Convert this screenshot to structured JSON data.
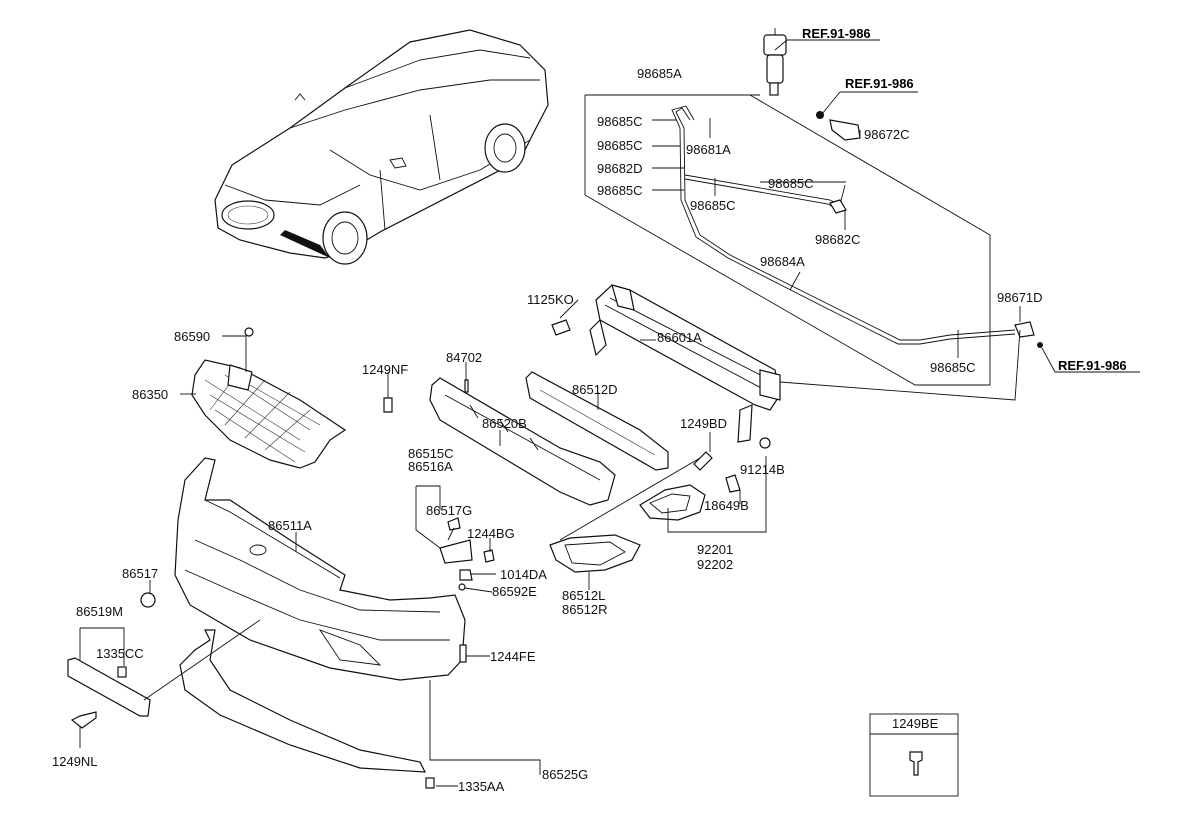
{
  "labels": {
    "ref_washer_top": "REF.91-986",
    "ref_nozzle": "REF.91-986",
    "ref_right": "REF.91-986",
    "p98685A": "98685A",
    "p98685C_1": "98685C",
    "p98681A": "98681A",
    "p98685C_2": "98685C",
    "p98682D": "98682D",
    "p98685C_3": "98685C",
    "p98685C_4": "98685C",
    "p98685C_5": "98685C",
    "p98682C": "98682C",
    "p98672C": "98672C",
    "p98684A": "98684A",
    "p98671D": "98671D",
    "p98685C_6": "98685C",
    "p1125KO": "1125KO",
    "p86601A": "86601A",
    "p86590": "86590",
    "p86350": "86350",
    "p1249NF": "1249NF",
    "p84702": "84702",
    "p86512D": "86512D",
    "p86520B": "86520B",
    "p1249BD": "1249BD",
    "p91214B": "91214B",
    "p86515C": "86515C",
    "p86516A": "86516A",
    "p86517G": "86517G",
    "p1244BG": "1244BG",
    "p18649B": "18649B",
    "p86511A": "86511A",
    "p92201": "92201",
    "p92202": "92202",
    "p86517": "86517",
    "p1014DA": "1014DA",
    "p86592E": "86592E",
    "p86512L": "86512L",
    "p86512R": "86512R",
    "p86519M": "86519M",
    "p1335CC": "1335CC",
    "p1244FE": "1244FE",
    "p1249NL": "1249NL",
    "p86525G": "86525G",
    "p1335AA": "1335AA",
    "legend_1249BE": "1249BE"
  }
}
